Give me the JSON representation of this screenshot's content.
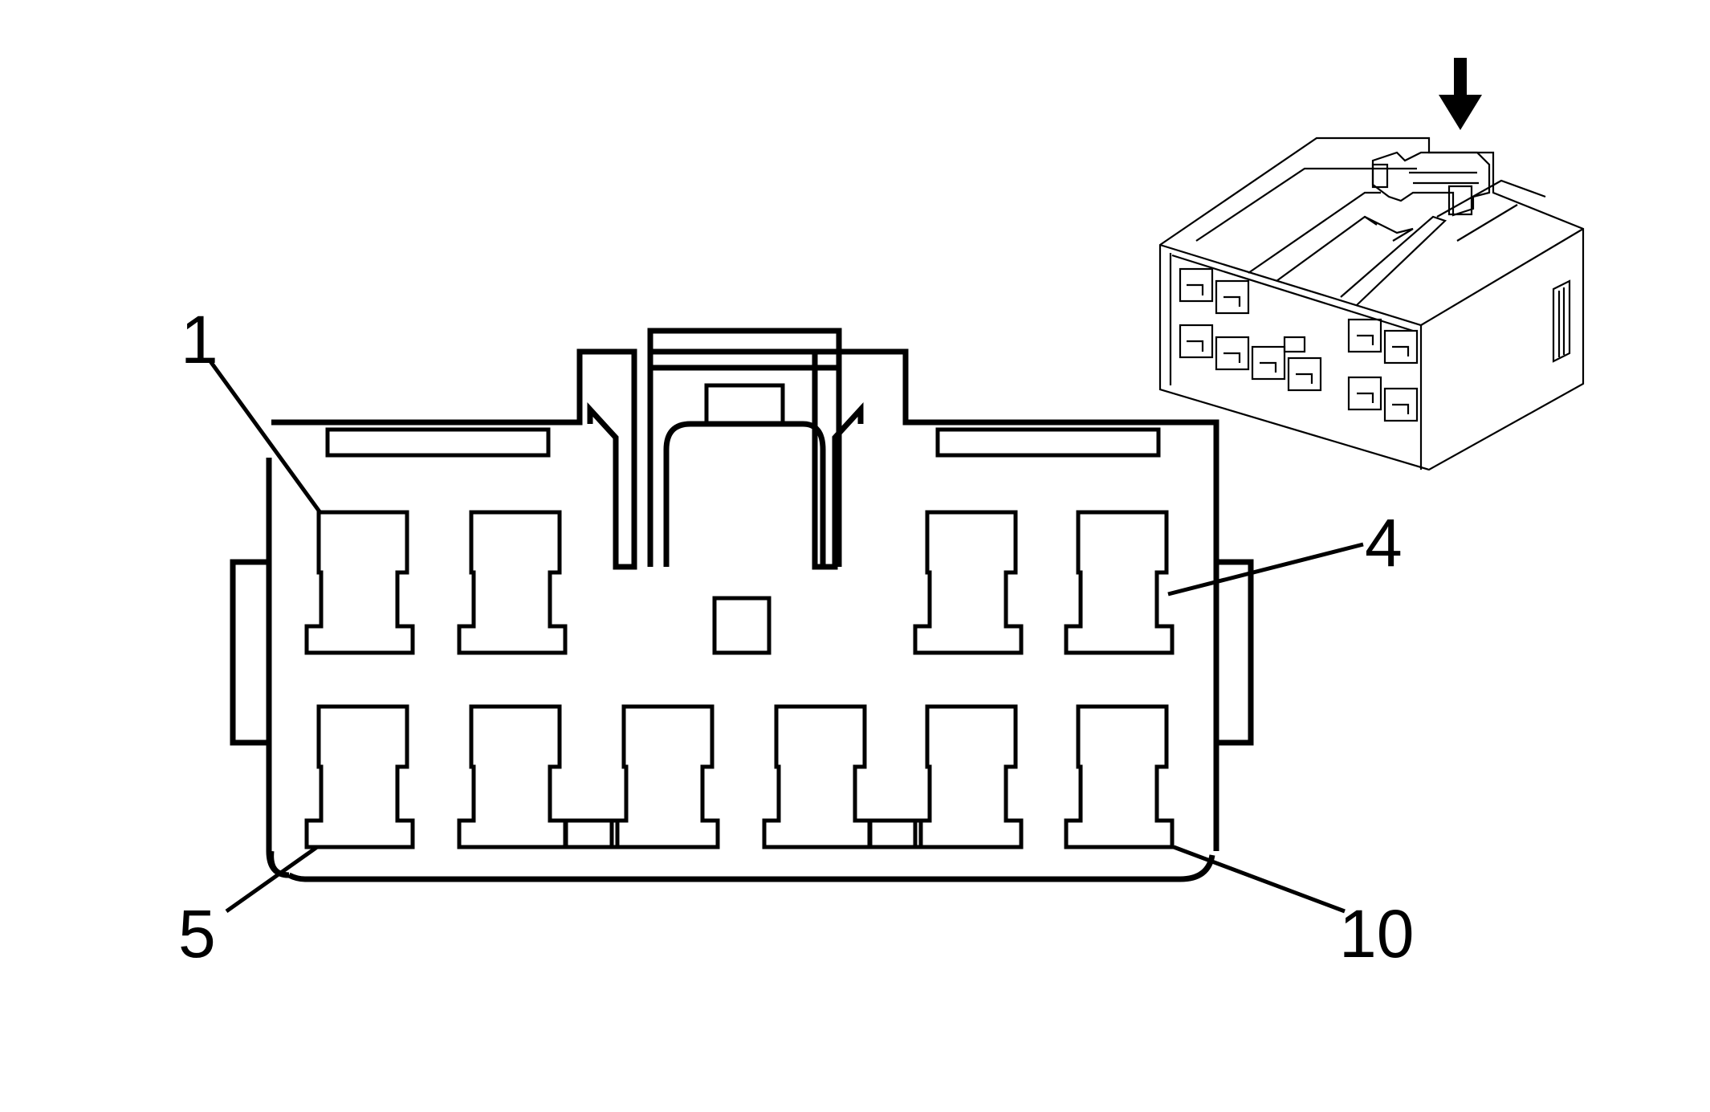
{
  "diagram": {
    "pin_labels": {
      "top_left": "1",
      "top_right": "4",
      "bottom_left": "5",
      "bottom_right": "10"
    },
    "view_arrow_icon": "down-arrow-icon",
    "colors": {
      "line": "#000000",
      "background": "#ffffff"
    }
  }
}
